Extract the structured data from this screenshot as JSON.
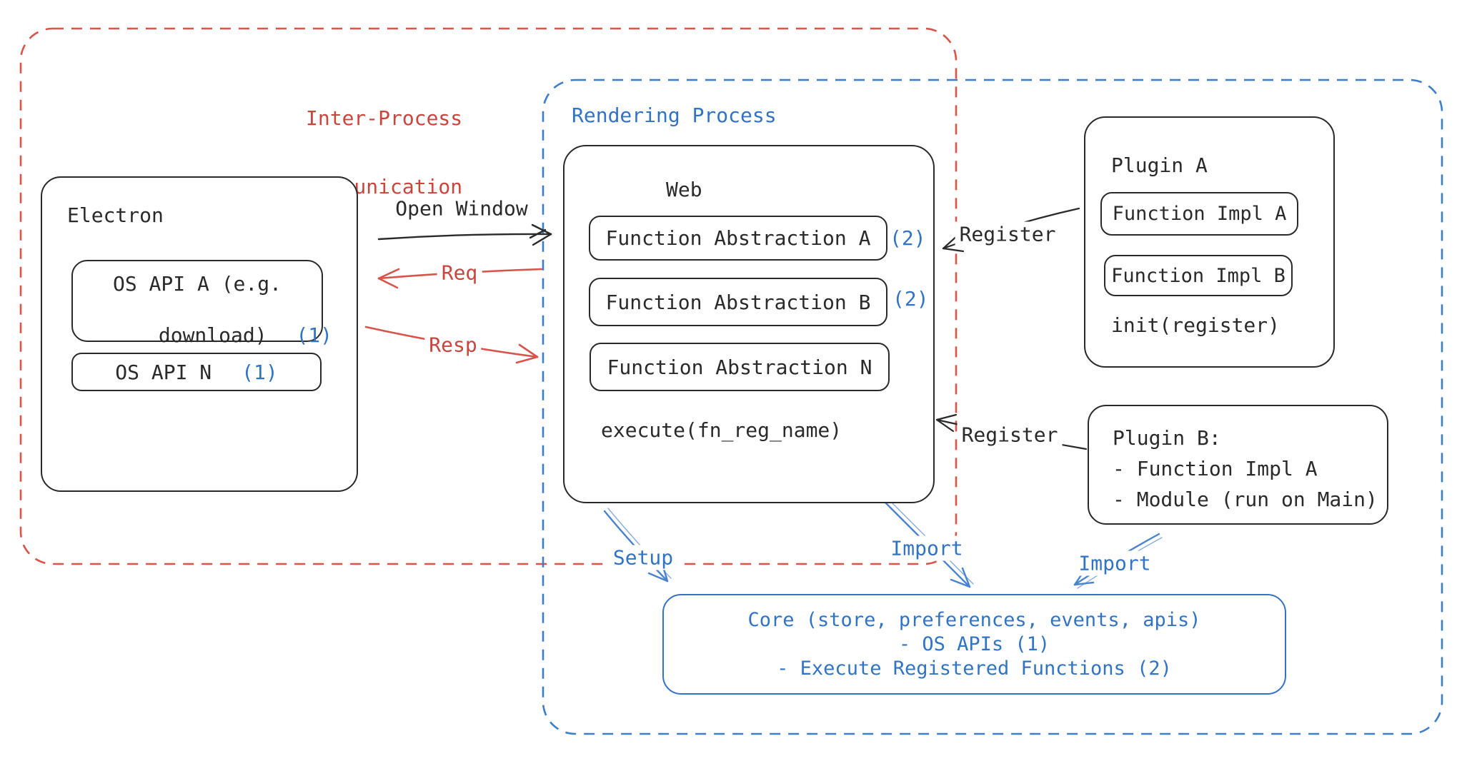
{
  "colors": {
    "red": "#cc453d",
    "blue": "#3173c5",
    "ink": "#2a2a2a"
  },
  "ipc_region": {
    "title_line1": "Inter-Process",
    "title_line2": "Communication"
  },
  "rendering_region": {
    "title": "Rendering Process"
  },
  "electron": {
    "title": "Electron",
    "os_api_a": {
      "line1": "OS API A (e.g.",
      "line2": "download)",
      "badge": "(1)"
    },
    "os_api_n": {
      "label": "OS API N",
      "badge": "(1)"
    }
  },
  "web": {
    "title": "Web",
    "abstractions": [
      {
        "label": "Function Abstraction A",
        "badge": "(2)"
      },
      {
        "label": "Function Abstraction B",
        "badge": "(2)"
      },
      {
        "label": "Function Abstraction N",
        "badge": ""
      }
    ],
    "execute": "execute(fn_reg_name)"
  },
  "plugin_a": {
    "title": "Plugin A",
    "impls": [
      "Function Impl A",
      "Function Impl B"
    ],
    "init": "init(register)"
  },
  "plugin_b": {
    "title": "Plugin B:",
    "items": [
      "- Function Impl A",
      "- Module (run on Main)"
    ]
  },
  "core": {
    "line1": "Core (store, preferences, events, apis)",
    "line2": "- OS APIs (1)",
    "line3": "- Execute Registered Functions (2)"
  },
  "arrow_labels": {
    "open_window": "Open Window",
    "req": "Req",
    "resp": "Resp",
    "register_a": "Register",
    "register_b": "Register",
    "setup": "Setup",
    "import_web": "Import",
    "import_plugin_b": "Import"
  }
}
